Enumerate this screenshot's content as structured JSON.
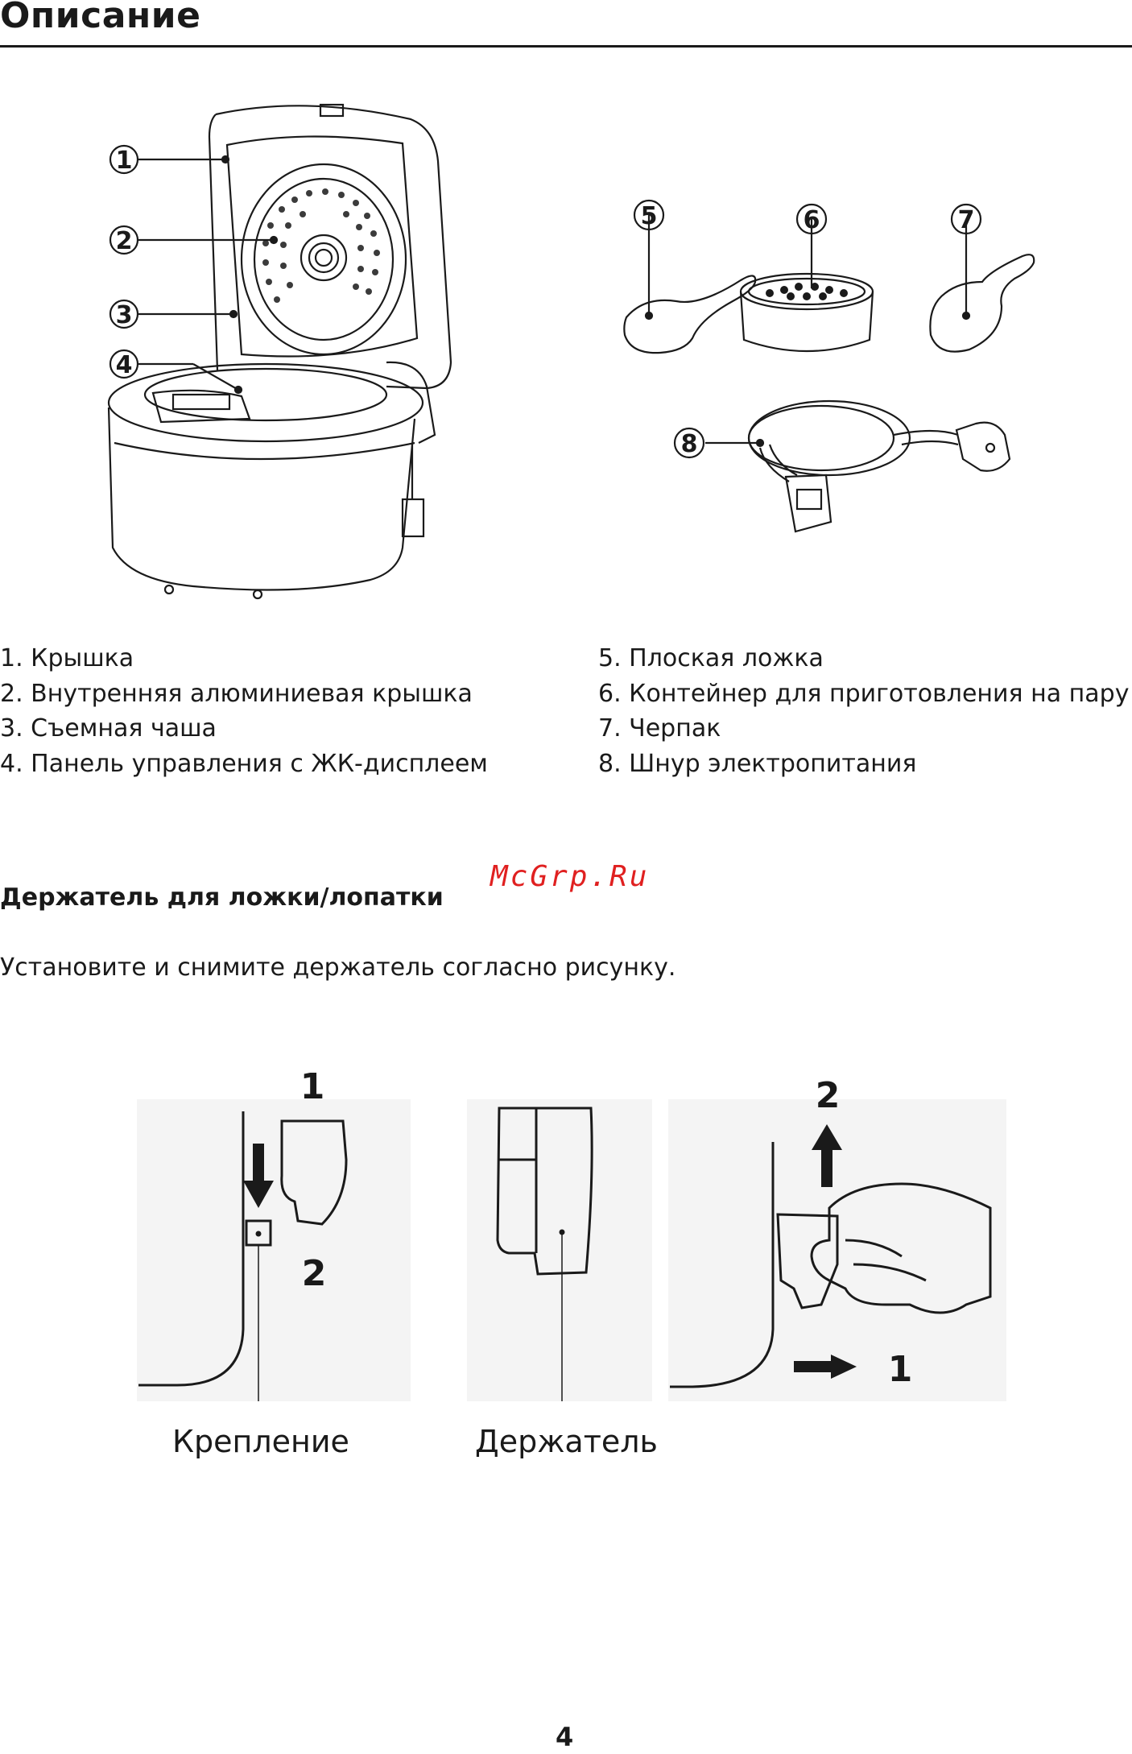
{
  "page": {
    "title": "Описание",
    "number": "4"
  },
  "figure_parts": {
    "callouts": [
      "1",
      "2",
      "3",
      "4",
      "5",
      "6",
      "7",
      "8"
    ]
  },
  "parts_list": {
    "left": [
      "1. Крышка",
      "2. Внутренняя алюминиевая крышка",
      "3. Съемная чаша",
      "4. Панель управления с ЖК-дисплеем"
    ],
    "right": [
      "5. Плоская ложка",
      "6. Контейнер для приготовления на пару",
      "7. Черпак",
      "8. Шнур электропитания"
    ]
  },
  "watermark": "McGrp.Ru",
  "holder_section": {
    "heading": "Держатель для ложки/лопатки",
    "instruction": "Установите и снимите держатель согласно рисунку.",
    "step_labels": {
      "install_1": "1",
      "install_2": "2",
      "remove_2": "2",
      "remove_1": "1"
    },
    "captions": {
      "mount": "Крепление",
      "holder": "Держатель"
    }
  }
}
